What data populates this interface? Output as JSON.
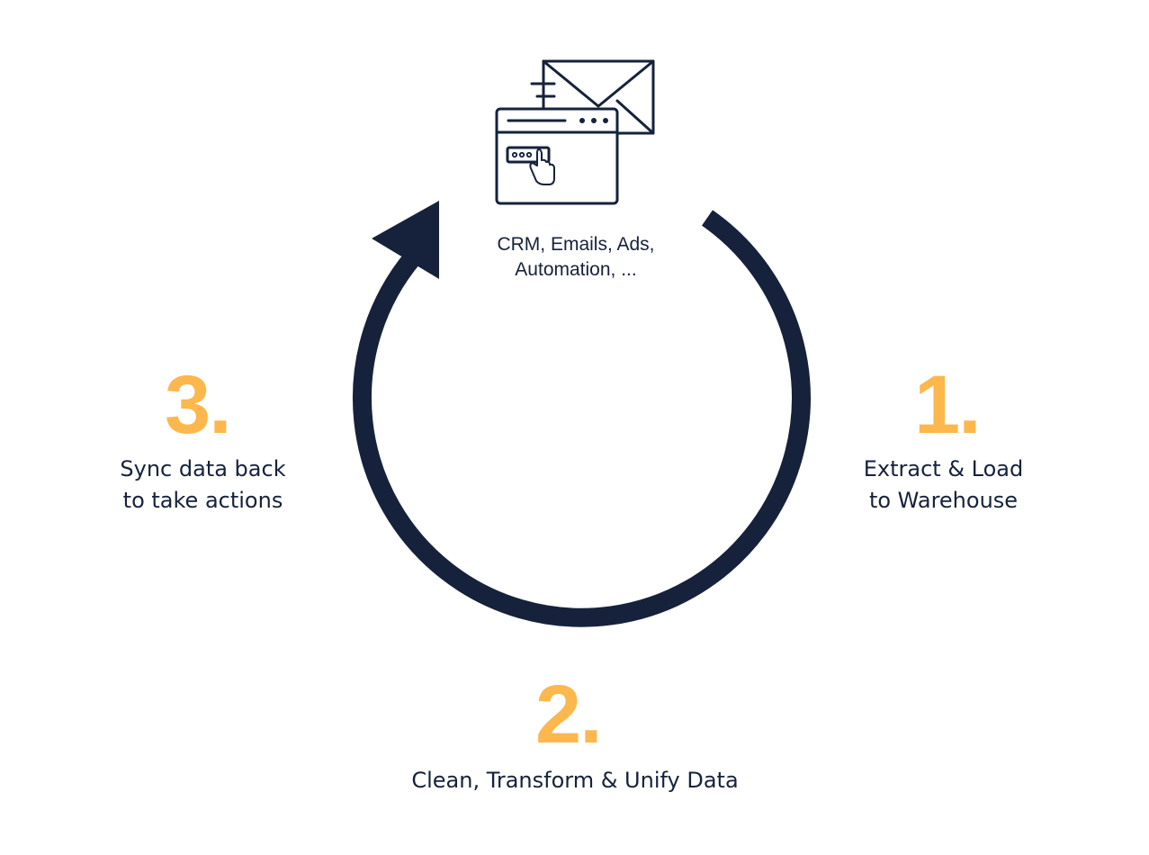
{
  "diagram": {
    "source": {
      "icon": "web-app-and-email-icon",
      "label_line1": "CRM, Emails, Ads,",
      "label_line2": "Automation, ..."
    },
    "steps": [
      {
        "number": "1.",
        "line1": "Extract & Load",
        "line2": "to Warehouse"
      },
      {
        "number": "2.",
        "line1": "Clean, Transform & Unify Data"
      },
      {
        "number": "3.",
        "line1": "Sync data back",
        "line2": "to take actions"
      }
    ],
    "colors": {
      "accent": "#fcb74d",
      "dark": "#16223b",
      "background": "#ffffff"
    }
  }
}
